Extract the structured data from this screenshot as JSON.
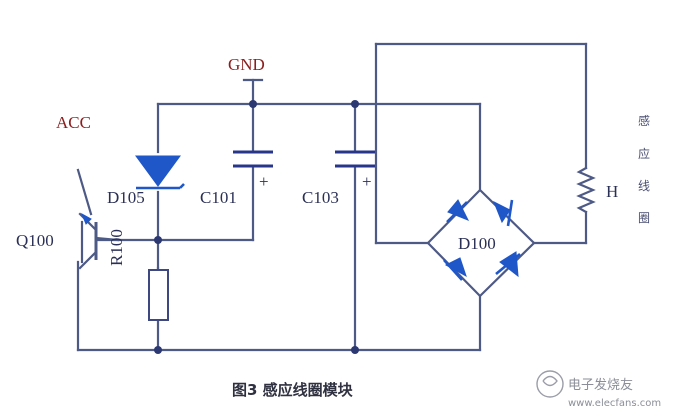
{
  "diagram": {
    "labels": {
      "gnd": "GND",
      "acc": "ACC",
      "q100": "Q100",
      "d105": "D105",
      "r100": "R100",
      "c101": "C101",
      "c103": "C103",
      "d100": "D100",
      "h": "H",
      "plus_c101": "+",
      "plus_c103": "+"
    },
    "side_text": [
      "感",
      "应",
      "线",
      "圈"
    ]
  },
  "caption": "图3 感应线圈模块",
  "watermark": {
    "name": "电子发烧友",
    "url": "www.elecfans.com"
  }
}
